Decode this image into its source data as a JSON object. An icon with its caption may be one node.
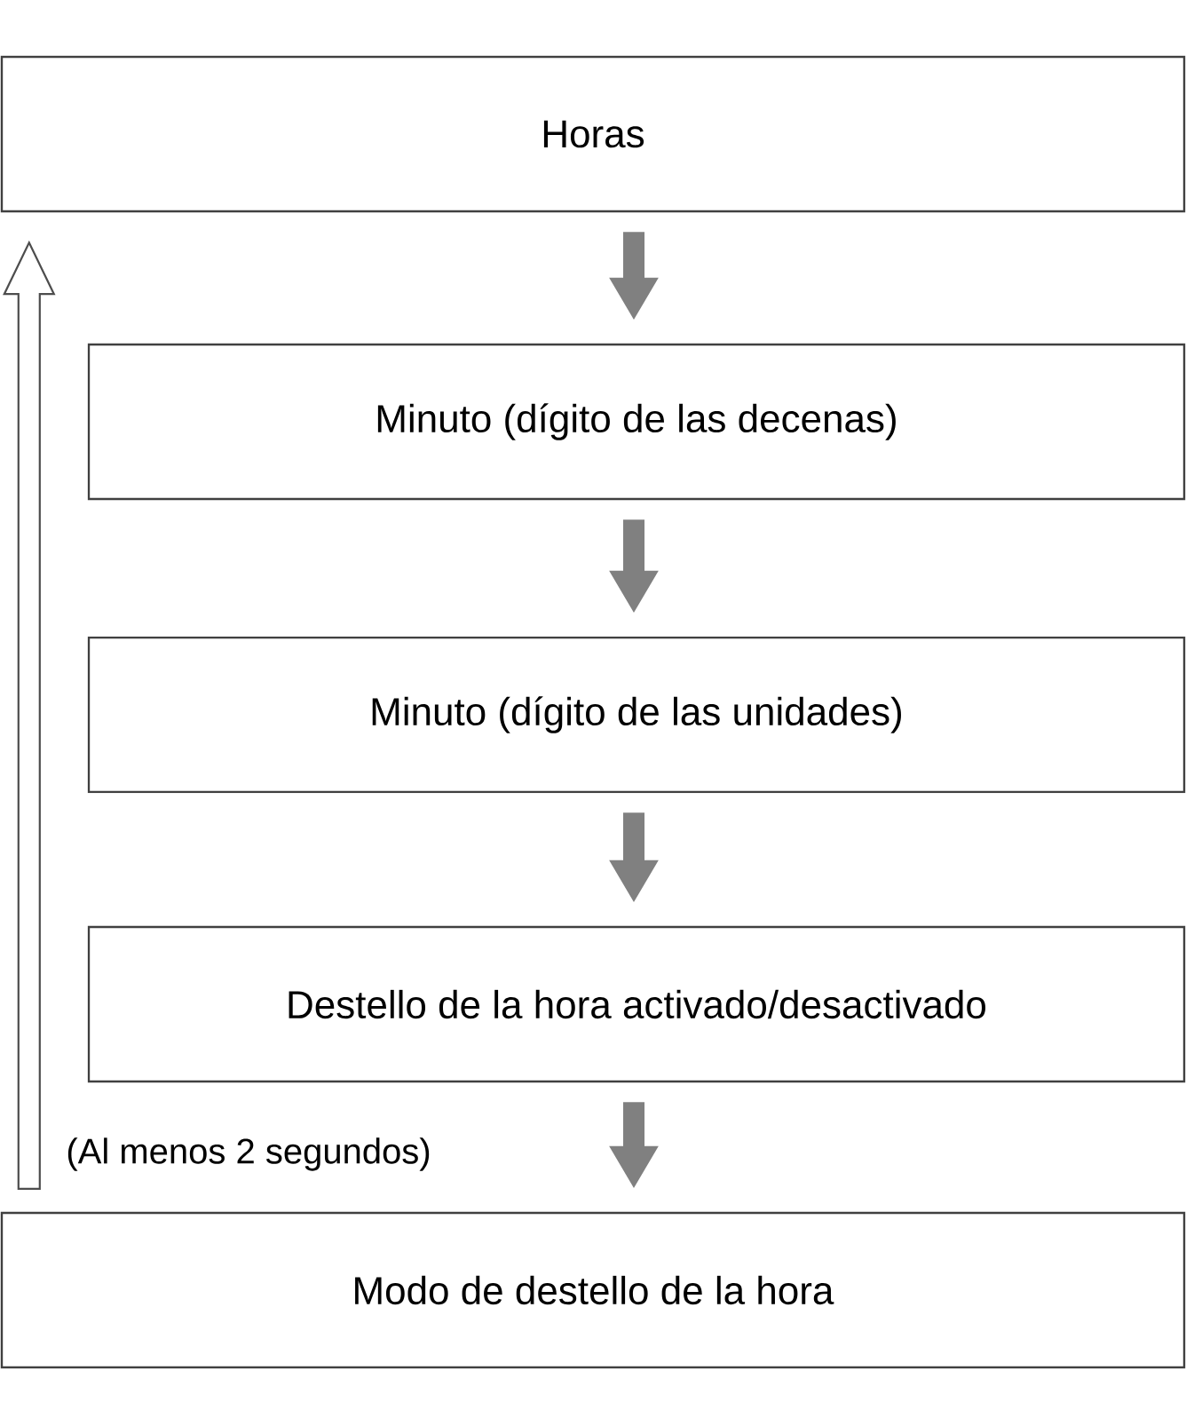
{
  "diagram": {
    "nodes": [
      {
        "text": [
          "Horas"
        ]
      },
      {
        "text": [
          "Minuto (dígito de las decenas)"
        ]
      },
      {
        "text": [
          "Minuto (dígito de las unidades)"
        ]
      },
      {
        "text": [
          "Destello de la hora activado/desactivado"
        ]
      },
      {
        "text": [
          "Modo de destello de la hora"
        ]
      }
    ],
    "edges": [
      {
        "from": 0,
        "to": 1,
        "arrow": "to"
      },
      {
        "from": 1,
        "to": 2,
        "arrow": "to"
      },
      {
        "from": 2,
        "to": 3,
        "arrow": "to"
      },
      {
        "from": 3,
        "to": 4,
        "arrow": "to"
      },
      {
        "from": 4,
        "to": 0,
        "arrow": "to",
        "color": "#4d4d4d"
      }
    ],
    "labels": [
      "(Al menos 2 segundos)"
    ]
  }
}
